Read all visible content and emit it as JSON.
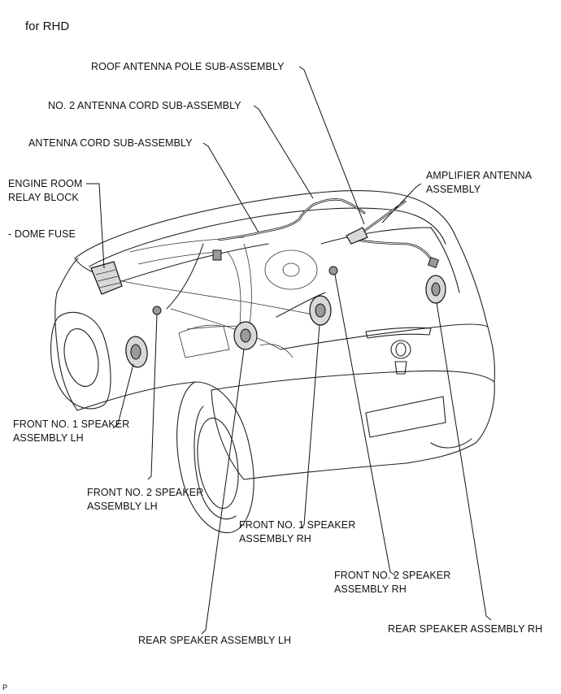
{
  "header": {
    "variant": "for RHD"
  },
  "labels": {
    "roof_antenna_pole": "ROOF ANTENNA POLE SUB-ASSEMBLY",
    "no2_antenna_cord": "NO. 2 ANTENNA CORD SUB-ASSEMBLY",
    "antenna_cord": "ANTENNA CORD SUB-ASSEMBLY",
    "engine_room_relay_1": "ENGINE ROOM",
    "engine_room_relay_2": "RELAY BLOCK",
    "dome_fuse": "- DOME FUSE",
    "amplifier_antenna_1": "AMPLIFIER ANTENNA",
    "amplifier_antenna_2": "ASSEMBLY",
    "front_no1_lh_1": "FRONT NO. 1 SPEAKER",
    "front_no1_lh_2": "ASSEMBLY LH",
    "front_no2_lh_1": "FRONT NO. 2 SPEAKER",
    "front_no2_lh_2": "ASSEMBLY LH",
    "front_no1_rh_1": "FRONT NO. 1 SPEAKER",
    "front_no1_rh_2": "ASSEMBLY RH",
    "front_no2_rh_1": "FRONT NO. 2 SPEAKER",
    "front_no2_rh_2": "ASSEMBLY RH",
    "rear_speaker_rh": "REAR SPEAKER ASSEMBLY RH",
    "rear_speaker_lh": "REAR SPEAKER ASSEMBLY LH"
  },
  "footer": {
    "code": "P"
  }
}
